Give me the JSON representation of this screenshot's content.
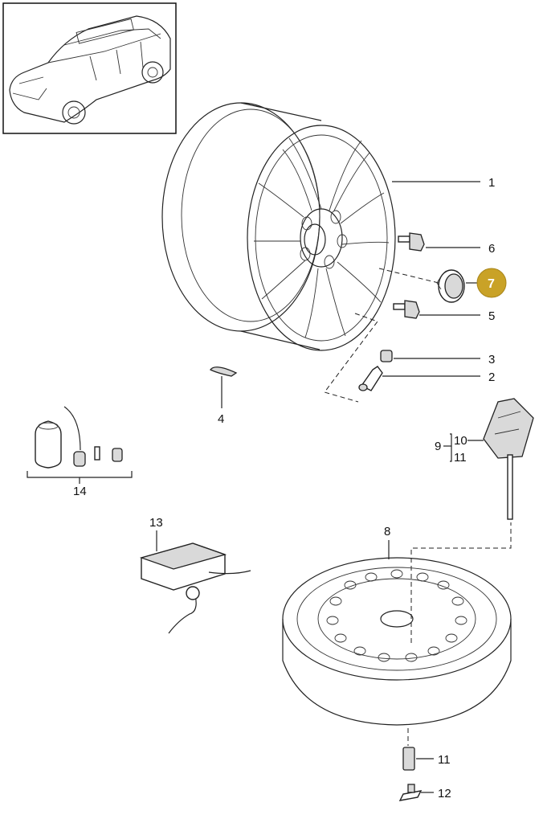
{
  "colors": {
    "highlight": "#c9a227",
    "line": "#222222",
    "background": "#ffffff"
  },
  "callouts": {
    "c1": "1",
    "c2": "2",
    "c3": "3",
    "c4": "4",
    "c5": "5",
    "c6": "6",
    "c7": "7",
    "c8": "8",
    "c9": "9",
    "c10": "10",
    "c11a": "11",
    "c11b": "11",
    "c12": "12",
    "c13": "13",
    "c14": "14"
  },
  "highlighted_callout": "7",
  "icons": {
    "vehicle": "vehicle-thumbnail-icon",
    "wheel": "alloy-wheel-icon",
    "spare": "spare-wheel-icon"
  }
}
